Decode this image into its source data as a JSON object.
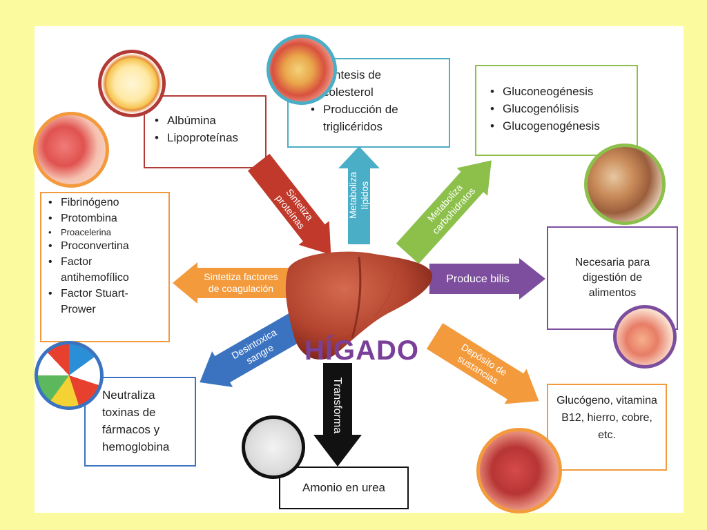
{
  "center": {
    "title": "HÍGADO"
  },
  "boxes": {
    "proteins": {
      "items": [
        "Albúmina",
        "Lipoproteínas"
      ]
    },
    "lipids": {
      "items": [
        "Síntesis de colesterol",
        "Producción de triglicéridos"
      ]
    },
    "carbs": {
      "items": [
        "Gluconeogénesis",
        "Glucogenólisis",
        "Glucogenogénesis"
      ]
    },
    "coagulation": {
      "items": [
        "Fibrinógeno",
        "Protombina",
        "Proacelerina",
        "Proconvertina",
        "Factor antihemofílico",
        "Factor Stuart-Prower"
      ]
    },
    "bile": {
      "text": "Necesaria para digestión de alimentos"
    },
    "detox": {
      "text": "Neutraliza toxinas de fármacos y hemoglobina"
    },
    "urea": {
      "text": "Amonio en urea"
    },
    "storage": {
      "text": "Glucógeno, vitamina B12, hierro, cobre, etc."
    }
  },
  "arrows": {
    "proteins": "Sintetiza proteínas",
    "lipids": "Metaboliza lípidos",
    "carbs": "Metaboliza carbohidratos",
    "coagulation": "Sintetiza factores de coagulación",
    "bile": "Produce bilis",
    "detox": "Desintoxica sangre",
    "transform": "Transforma",
    "storage": "Depósito de sustancias"
  },
  "colors": {
    "red": "#c0392b",
    "teal": "#4aaec6",
    "green": "#8cc04b",
    "orange": "#f39a3c",
    "purple": "#7d4e9e",
    "blue": "#3b73c0",
    "black": "#111111",
    "purple_title": "#7a3f98"
  },
  "icons": [
    "blood-vessel-photo",
    "lipoprotein-particle-photo",
    "artery-cholesterol-photo",
    "donuts-photo",
    "stomach-photo",
    "pills-photo",
    "urea-powder-photo",
    "meat-photo",
    "liver-illustration"
  ]
}
